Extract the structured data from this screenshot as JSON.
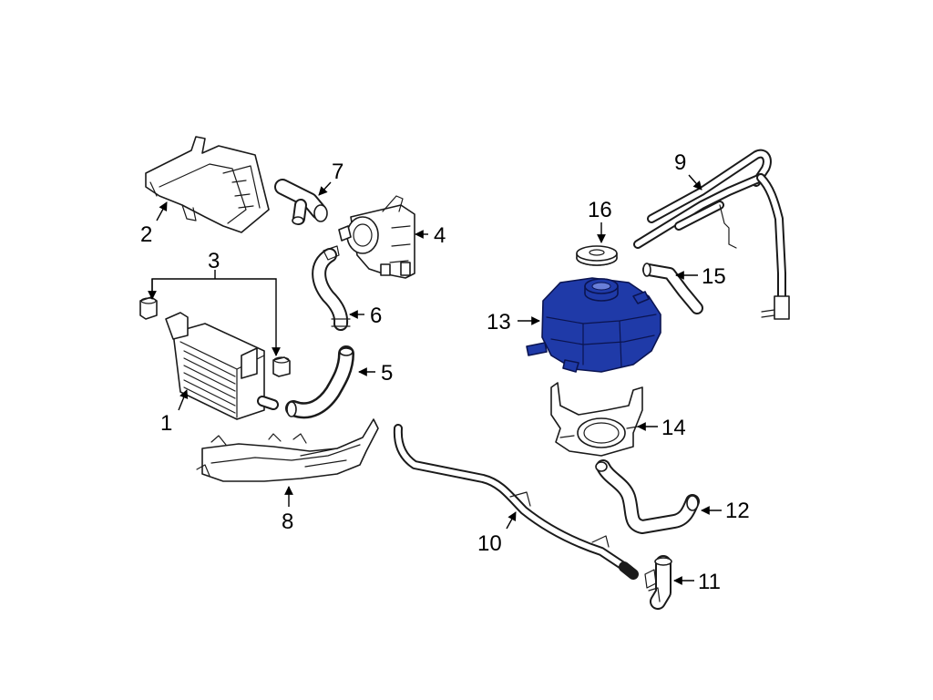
{
  "callouts": [
    {
      "id": "1",
      "label": "1"
    },
    {
      "id": "2",
      "label": "2"
    },
    {
      "id": "3",
      "label": "3"
    },
    {
      "id": "4",
      "label": "4"
    },
    {
      "id": "5",
      "label": "5"
    },
    {
      "id": "6",
      "label": "6"
    },
    {
      "id": "7",
      "label": "7"
    },
    {
      "id": "8",
      "label": "8"
    },
    {
      "id": "9",
      "label": "9"
    },
    {
      "id": "10",
      "label": "10"
    },
    {
      "id": "11",
      "label": "11"
    },
    {
      "id": "12",
      "label": "12"
    },
    {
      "id": "13",
      "label": "13"
    },
    {
      "id": "14",
      "label": "14"
    },
    {
      "id": "15",
      "label": "15"
    },
    {
      "id": "16",
      "label": "16"
    }
  ],
  "highlight_color": "#1f3aa8",
  "highlighted_part": "13"
}
